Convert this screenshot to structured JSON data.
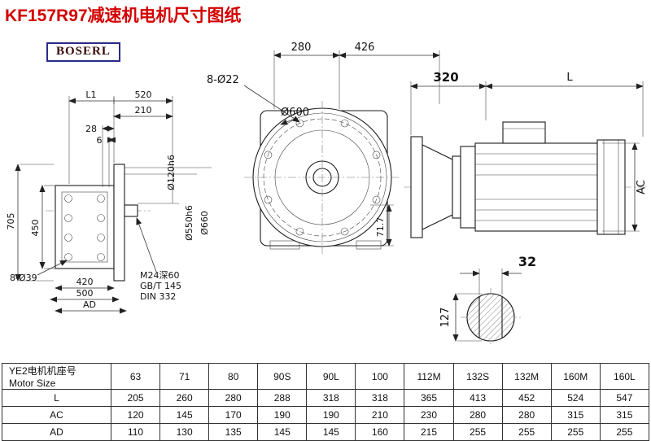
{
  "header": {
    "title": "KF157R97减速机电机尺寸图纸",
    "logo": "BOSERL"
  },
  "left_view": {
    "dim_L1": "L1",
    "dim_520": "520",
    "dim_210": "210",
    "dim_28": "28",
    "dim_6": "6",
    "dim_705": "705",
    "dim_450": "450",
    "holes": "8-Ø39",
    "dim_420": "420",
    "dim_500": "500",
    "dim_AD": "AD",
    "shaft_dia": "Ø120h6",
    "spigot_dia": "Ø550h6",
    "flange_dia": "Ø660",
    "tap": "M24深60",
    "std1": "GB/T 145",
    "std2": "DIN 332"
  },
  "front_view": {
    "holes": "8-Ø22",
    "flange_dia": "Ø600",
    "dim_280": "280",
    "dim_426": "426",
    "dim_717": "71.7"
  },
  "side_view": {
    "dim_320": "320",
    "dim_L": "L",
    "dim_AC": "AC"
  },
  "shaft_view": {
    "dim_32": "32",
    "dim_127": "127"
  },
  "table": {
    "header": {
      "line1": "YE2电机机座号",
      "line2": "Motor Size"
    },
    "columns": [
      "63",
      "71",
      "80",
      "90S",
      "90L",
      "100",
      "112M",
      "132S",
      "132M",
      "160M",
      "160L"
    ],
    "rows": [
      {
        "label": "L",
        "values": [
          "205",
          "260",
          "280",
          "288",
          "318",
          "318",
          "365",
          "413",
          "452",
          "524",
          "547"
        ]
      },
      {
        "label": "AC",
        "values": [
          "120",
          "145",
          "170",
          "190",
          "190",
          "210",
          "230",
          "280",
          "280",
          "315",
          "315"
        ]
      },
      {
        "label": "AD",
        "values": [
          "110",
          "130",
          "135",
          "145",
          "145",
          "160",
          "215",
          "255",
          "255",
          "255",
          "255"
        ]
      }
    ]
  }
}
